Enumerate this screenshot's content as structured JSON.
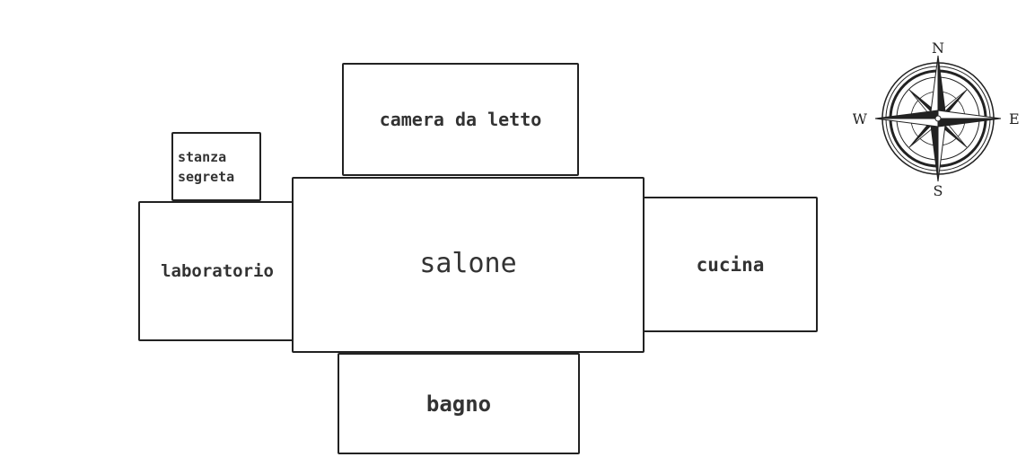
{
  "rooms": {
    "camera": "camera da letto",
    "salone": "salone",
    "bagno": "bagno",
    "laboratorio": "laboratorio",
    "stanza_segreta": "stanza\nsegreta",
    "cucina": "cucina"
  },
  "compass": {
    "north": "N",
    "south": "S",
    "east": "E",
    "west": "W"
  },
  "colors": {
    "line": "#222222",
    "text": "#333333",
    "background": "#ffffff"
  },
  "icons": {
    "compass": "compass-rose-icon"
  }
}
